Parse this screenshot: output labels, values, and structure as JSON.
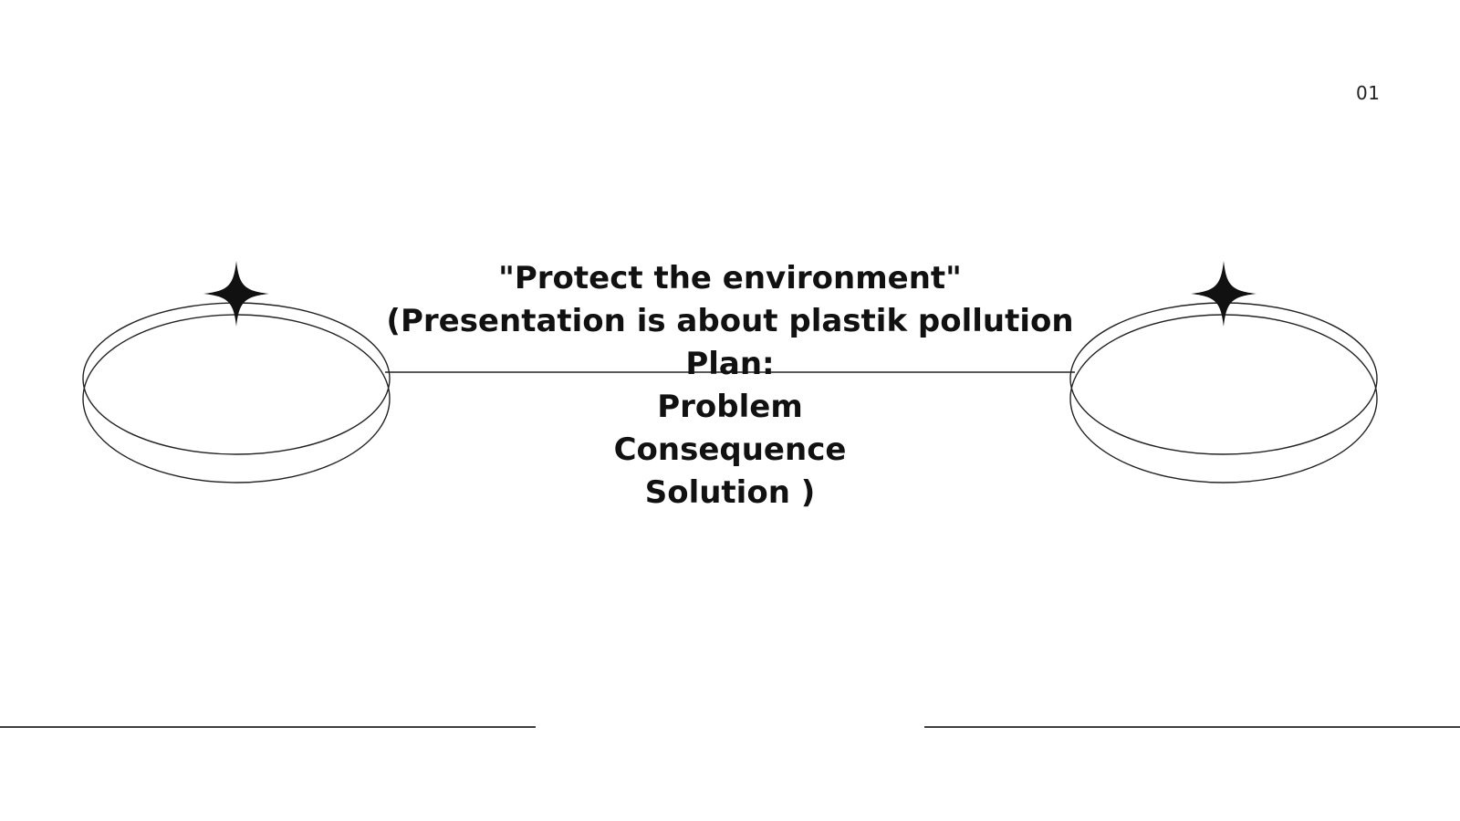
{
  "slide": {
    "page_number": "01",
    "lines": [
      "\"Protect the environment\"",
      "(Presentation is about plastik pollution",
      "Plan:",
      "Problem",
      "Consequence",
      "Solution )"
    ]
  },
  "decorations": {
    "left_ring": {
      "icon": "sparkle-star-icon"
    },
    "right_ring": {
      "icon": "sparkle-star-icon"
    }
  },
  "colors": {
    "background": "#ffffff",
    "ink": "#111111"
  }
}
